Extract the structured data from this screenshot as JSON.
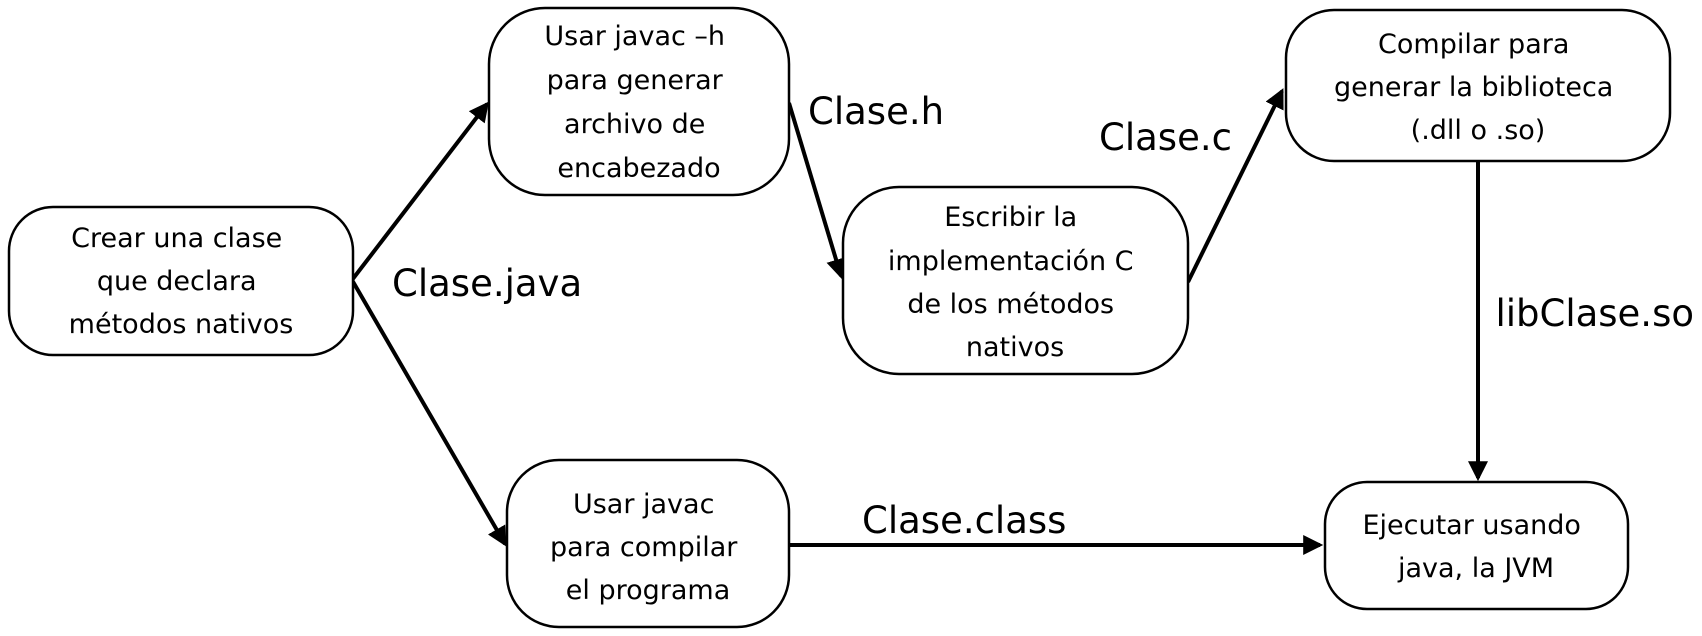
{
  "nodes": {
    "crear": {
      "lines": [
        "Crear una clase",
        "que declara",
        "métodos nativos"
      ]
    },
    "javac_h": {
      "lines": [
        "Usar javac  –h",
        "para generar",
        "archivo de",
        "encabezado"
      ]
    },
    "escribir": {
      "lines": [
        "Escribir la",
        "implementación C",
        "de los métodos",
        "nativos"
      ]
    },
    "compilar_biblioteca": {
      "lines": [
        "Compilar para",
        "generar la biblioteca",
        "(.dll o .so)"
      ]
    },
    "javac_compilar": {
      "lines": [
        "Usar javac",
        "para compilar",
        "el programa"
      ]
    },
    "ejecutar": {
      "lines": [
        "Ejecutar usando",
        "java, la JVM"
      ]
    }
  },
  "edges": {
    "clase_java": "Clase.java",
    "clase_h": "Clase.h",
    "clase_c": "Clase.c",
    "lib_clase_so": "libClase.so",
    "clase_class": "Clase.class"
  },
  "colors": {
    "stroke": "#000000",
    "fill": "#ffffff",
    "text": "#000000"
  }
}
